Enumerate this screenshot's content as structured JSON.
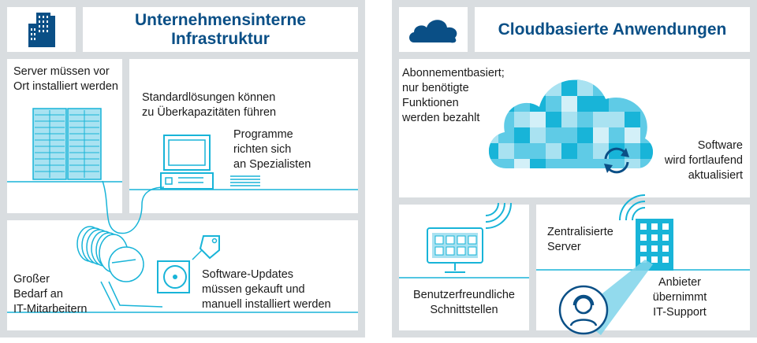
{
  "left": {
    "title_line1": "Unternehmensinterne",
    "title_line2": "Infrastruktur",
    "servers_onsite_1": "Server müssen vor",
    "servers_onsite_2": "Ort installiert werden",
    "overcapacity_1": "Standardlösungen können",
    "overcapacity_2": "zu Überkapazitäten führen",
    "specialists_1": "Programme",
    "specialists_2": "richten sich",
    "specialists_3": "an Spezialisten",
    "staff_1": "Großer",
    "staff_2": "Bedarf an",
    "staff_3": "IT-Mitarbeitern",
    "updates_1": "Software-Updates",
    "updates_2": "müssen gekauft und",
    "updates_3": "manuell installiert werden"
  },
  "right": {
    "title": "Cloudbasierte Anwendungen",
    "subscription_1": "Abonnementbasiert;",
    "subscription_2": "nur benötigte",
    "subscription_3": "Funktionen",
    "subscription_4": "werden bezahlt",
    "software_updates_1": "Software",
    "software_updates_2": "wird fortlaufend",
    "software_updates_3": "aktualisiert",
    "interfaces_1": "Benutzerfreundliche",
    "interfaces_2": "Schnittstellen",
    "central_1": "Zentralisierte",
    "central_2": "Server",
    "support_1": "Anbieter",
    "support_2": "übernimmt",
    "support_3": "IT-Support"
  },
  "colors": {
    "frame": "#d9dde0",
    "title_blue": "#0a4f86",
    "cyan": "#18b4d8",
    "light_cyan": "#a9e2f1"
  }
}
